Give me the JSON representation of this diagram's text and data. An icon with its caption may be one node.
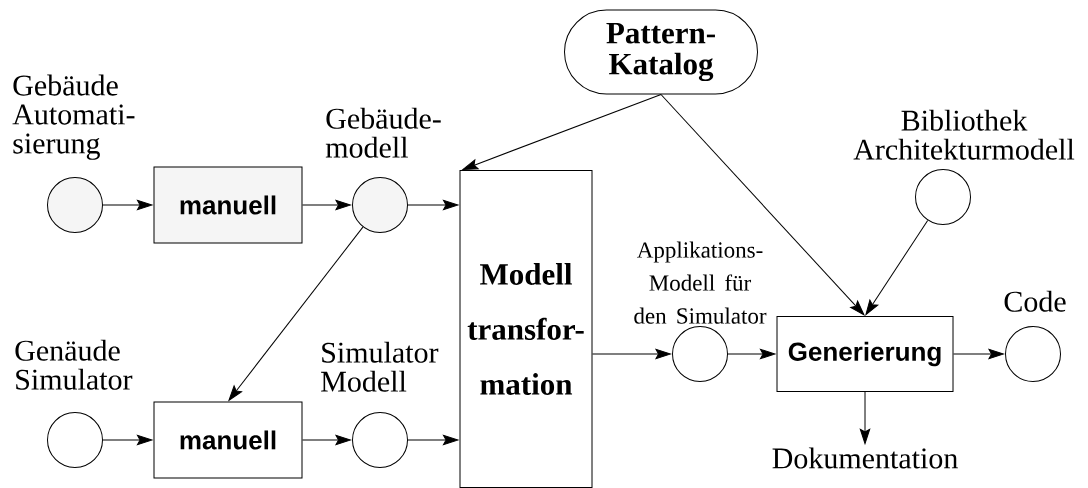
{
  "diagram": {
    "nodes": [
      {
        "text": [
          "Pattern- Katalog"
        ]
      },
      {
        "text": [
          "Gebäude Automati- sierung"
        ]
      },
      {
        "text": [
          "manuell"
        ]
      },
      {
        "text": [
          "Gebäude- modell"
        ]
      },
      {
        "text": [
          "Modell transfor- mation"
        ]
      },
      {
        "text": [
          "Bibliothek Architekturmodell"
        ]
      },
      {
        "text": [
          "Applikations- Modell für den Simulator"
        ]
      },
      {
        "text": [
          "Generierung"
        ]
      },
      {
        "text": [
          "Code"
        ]
      },
      {
        "text": [
          "Genäude Simulator"
        ]
      },
      {
        "text": [
          "manuell"
        ]
      },
      {
        "text": [
          "Simulator Modell"
        ]
      },
      {
        "text": [
          "Dokumentation"
        ]
      }
    ],
    "edges": [
      {
        "from": 1,
        "to": 2,
        "arrow": "to"
      },
      {
        "from": 2,
        "to": 3,
        "arrow": "to"
      },
      {
        "from": 3,
        "to": 4,
        "arrow": "to"
      },
      {
        "from": 3,
        "to": 10,
        "arrow": "to"
      },
      {
        "from": 9,
        "to": 10,
        "arrow": "to"
      },
      {
        "from": 10,
        "to": 11,
        "arrow": "to"
      },
      {
        "from": 11,
        "to": 4,
        "arrow": "to"
      },
      {
        "from": 0,
        "to": 4,
        "arrow": "to"
      },
      {
        "from": 0,
        "to": 7,
        "arrow": "to"
      },
      {
        "from": 5,
        "to": 7,
        "arrow": "to"
      },
      {
        "from": 4,
        "to": 6,
        "arrow": "to"
      },
      {
        "from": 6,
        "to": 7,
        "arrow": "to"
      },
      {
        "from": 7,
        "to": 8,
        "arrow": "to"
      },
      {
        "from": 7,
        "to": 12,
        "arrow": "to"
      }
    ]
  }
}
